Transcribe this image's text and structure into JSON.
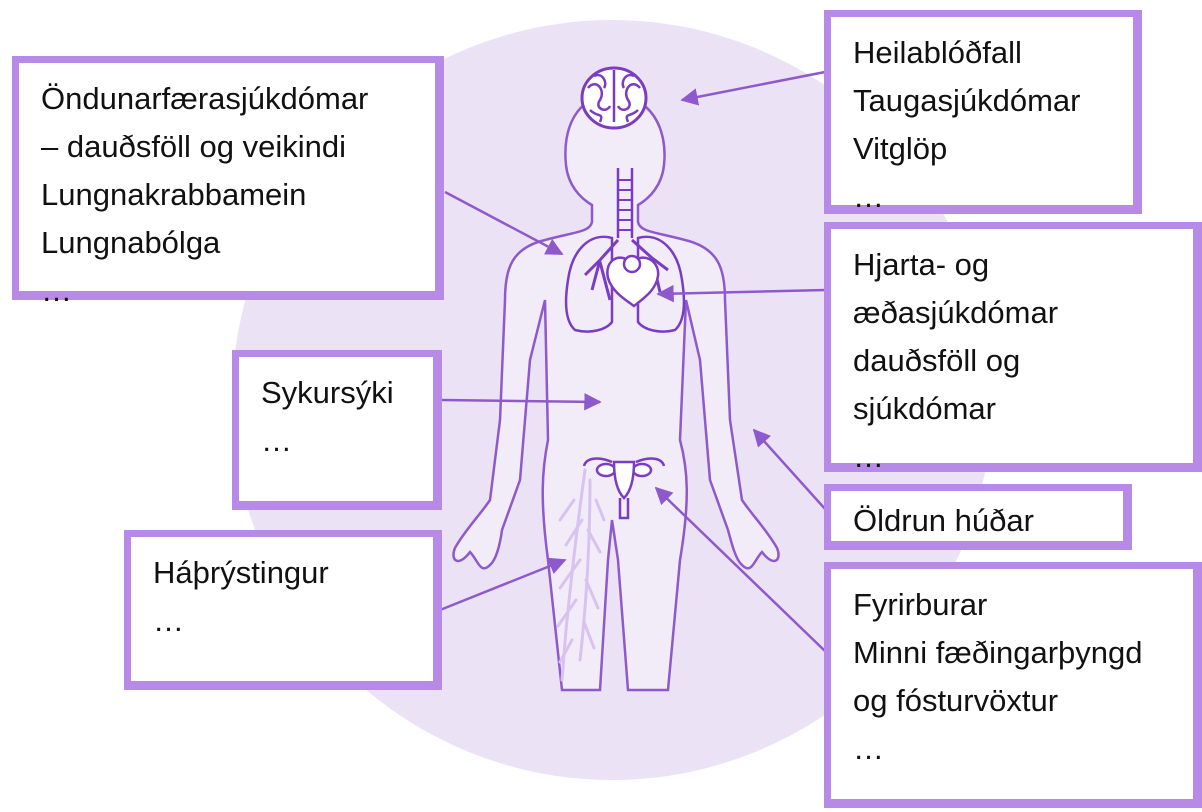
{
  "colors": {
    "box_border": "#b68ae6",
    "circle_bg": "#ece2f6",
    "outline": "#8e59cc",
    "organ": "#7a3cc0",
    "vein": "#d8c2f0",
    "arrow": "#8e59cc"
  },
  "labels": {
    "respiratory": [
      "Öndunarfærasjúkdómar",
      "– dauðsföll og veikindi",
      "Lungnakrabbamein",
      "Lungnabólga",
      "…"
    ],
    "brain": [
      "Heilablóðfall",
      "Taugasjúkdómar",
      "Vitglöp",
      "…"
    ],
    "heart": [
      "Hjarta- og",
      "æðasjúkdómar",
      "dauðsföll og",
      "sjúkdómar",
      "…"
    ],
    "diabetes": [
      "Sykursýki",
      "…"
    ],
    "skin": [
      "Öldrun húðar"
    ],
    "hypertension": [
      "Háþrýstingur",
      "…"
    ],
    "birth": [
      "Fyrirburar",
      "Minni fæðingarþyngd",
      "og fósturvöxtur",
      "…"
    ]
  },
  "icons": {
    "brain": "brain-icon",
    "lungs": "lungs-icon",
    "heart": "heart-icon",
    "uterus": "uterus-icon",
    "veins": "veins-icon",
    "body": "human-body-outline"
  }
}
